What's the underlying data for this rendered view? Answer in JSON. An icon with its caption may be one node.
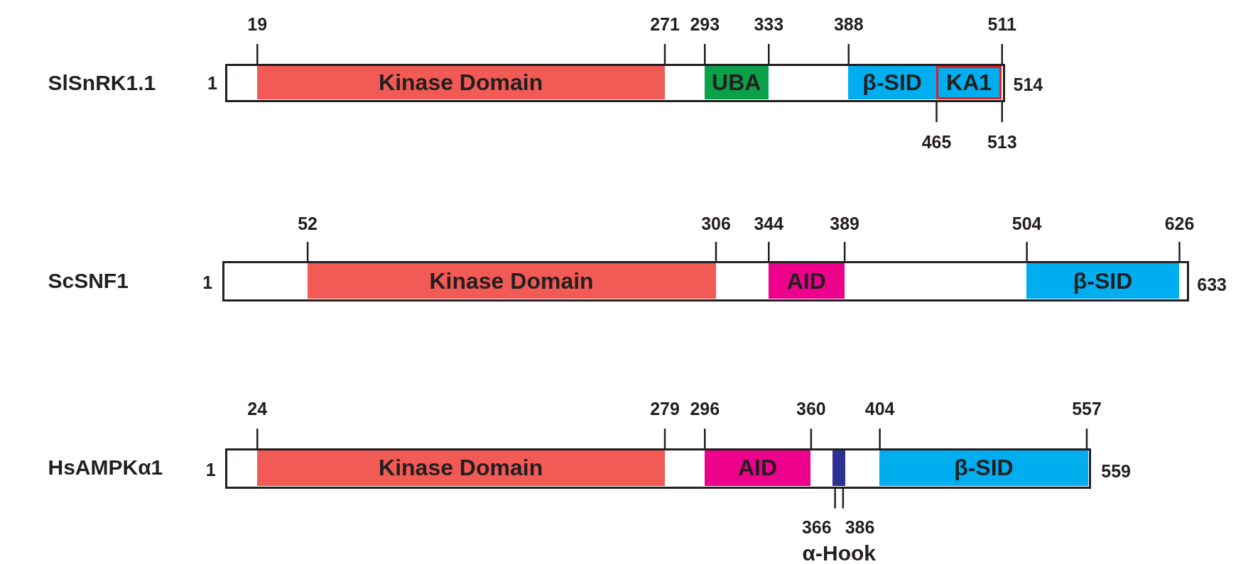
{
  "diagram": {
    "nodes": [
      {
        "text": [],
        "shape": "bar",
        "beside": [
          "SlSnRK1.1",
          "1",
          "514"
        ]
      },
      {
        "text": [
          "Kinase Domain"
        ],
        "in": 0,
        "beside": [
          "19",
          "271"
        ]
      },
      {
        "text": [
          "UBA"
        ],
        "in": 0,
        "beside": [
          "293",
          "333"
        ]
      },
      {
        "text": [
          "β-SID"
        ],
        "in": 0,
        "beside": [
          "388"
        ]
      },
      {
        "text": [
          "KA1"
        ],
        "in": 0,
        "beside": [
          "511",
          "465",
          "513"
        ]
      },
      {
        "text": [],
        "shape": "bar",
        "beside": [
          "ScSNF1",
          "1",
          "633"
        ]
      },
      {
        "text": [
          "Kinase Domain"
        ],
        "in": 5,
        "beside": [
          "52",
          "306"
        ]
      },
      {
        "text": [
          "AID"
        ],
        "in": 5,
        "beside": [
          "344",
          "389"
        ]
      },
      {
        "text": [
          "β-SID"
        ],
        "in": 5,
        "beside": [
          "504",
          "626"
        ]
      },
      {
        "text": [],
        "shape": "bar",
        "beside": [
          "HsAMPKα1",
          "1",
          "559"
        ]
      },
      {
        "text": [
          "Kinase Domain"
        ],
        "in": 9,
        "beside": [
          "24",
          "279"
        ]
      },
      {
        "text": [
          "AID"
        ],
        "in": 9,
        "beside": [
          "296",
          "360"
        ]
      },
      {
        "text": [],
        "shape": "bar",
        "in": 9,
        "beside": [
          "366",
          "386",
          "α-Hook"
        ]
      },
      {
        "text": [
          "β-SID"
        ],
        "in": 9,
        "beside": [
          "404",
          "557"
        ]
      }
    ]
  }
}
